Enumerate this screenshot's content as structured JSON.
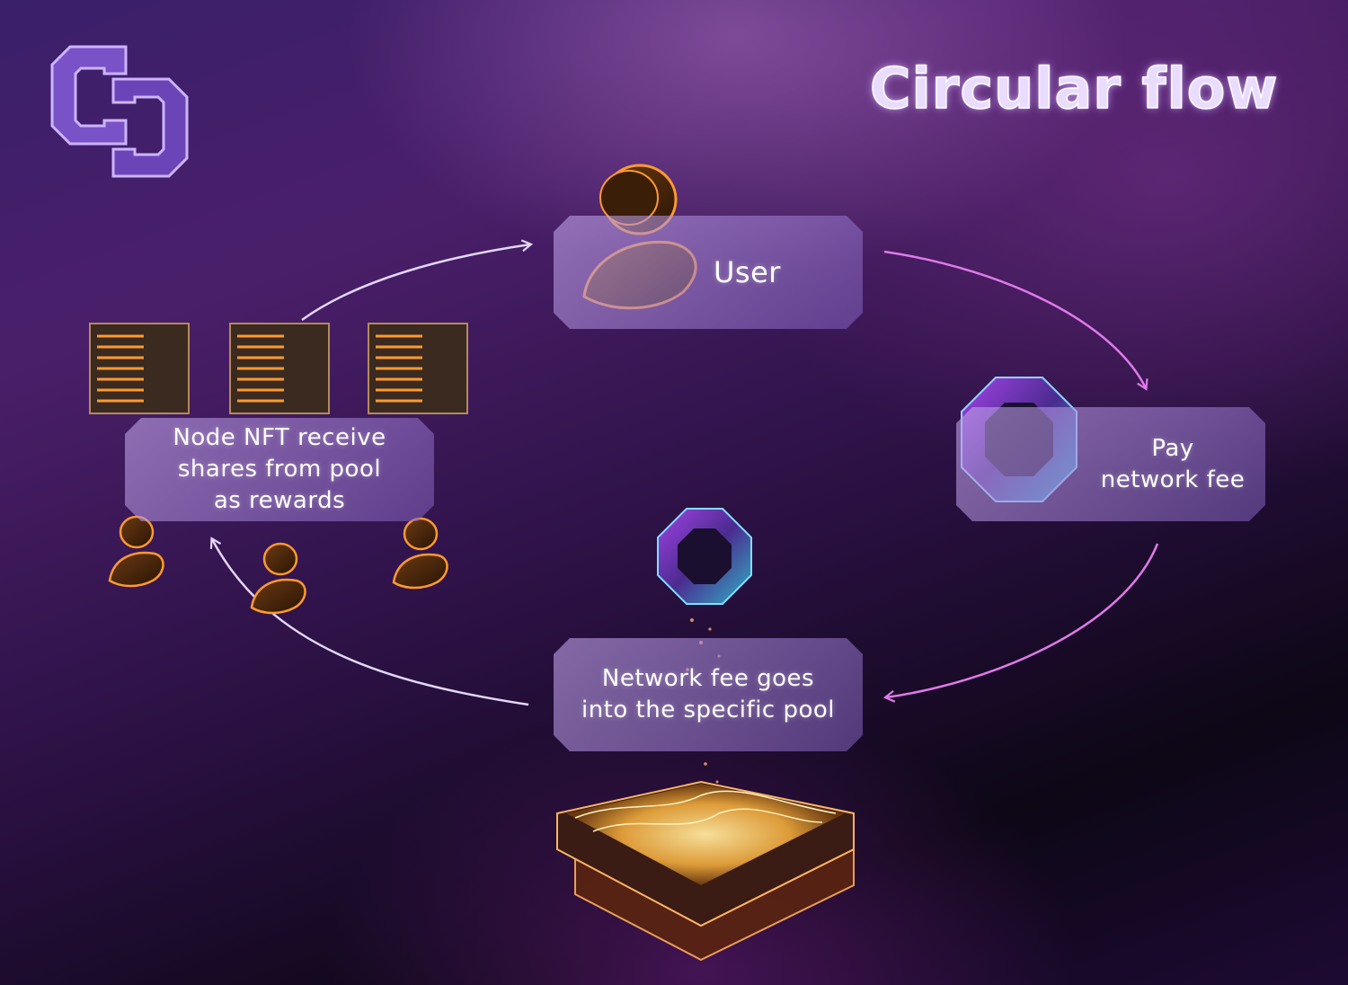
{
  "title": "Circular flow",
  "nodes": {
    "user": "User",
    "pay_fee": "Pay\nnetwork fee",
    "pool": "Network fee goes\ninto the specific pool",
    "node_nft": "Node NFT receive\nshares from pool\nas rewards"
  },
  "icons": [
    "logo-icon",
    "user-icon",
    "octagon-token-icon",
    "server-rack-icon",
    "pool-platform-icon"
  ],
  "colors": {
    "box_fill": "#9c7fd0",
    "arrow_pink": "#e07ae8",
    "arrow_light": "#d6c8f5",
    "accent_orange": "#ff9a2e",
    "title_glow": "#d7b8ff"
  }
}
